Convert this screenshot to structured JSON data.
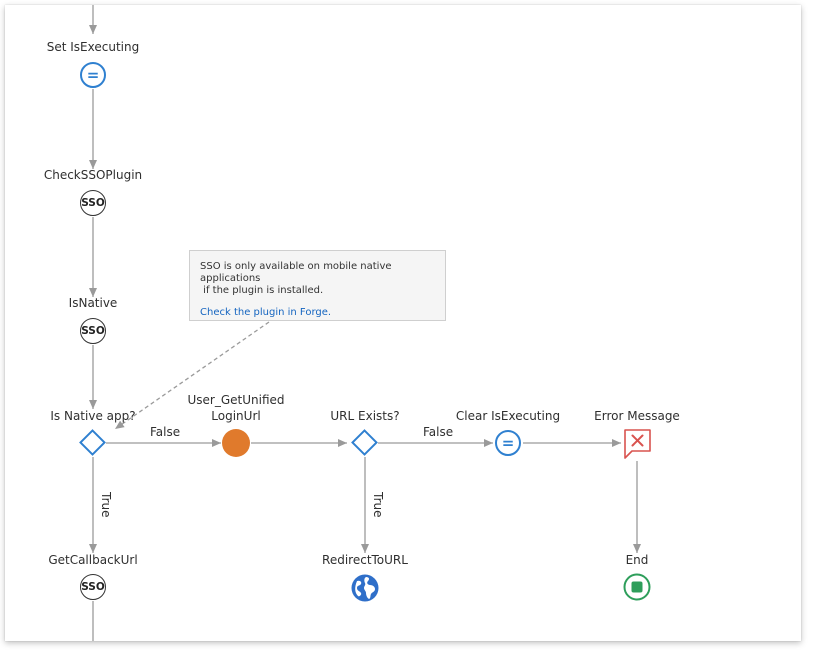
{
  "nodes": {
    "set_isexecuting": "Set IsExecuting",
    "check_sso_plugin": "CheckSSOPlugin",
    "is_native": "IsNative",
    "is_native_app": "Is Native app?",
    "user_get_unified_line1": "User_GetUnified",
    "user_get_unified_line2": "LoginUrl",
    "url_exists": "URL Exists?",
    "clear_isexecuting": "Clear IsExecuting",
    "error_message": "Error Message",
    "get_callback_url": "GetCallbackUrl",
    "redirect_to_url": "RedirectToURL",
    "end": "End"
  },
  "icons": {
    "sso_text": "SSO",
    "assign_symbol": "="
  },
  "edges": {
    "false_label_1": "False",
    "false_label_2": "False",
    "true_label_1": "True",
    "true_label_2": "True"
  },
  "tooltip": {
    "line1": "SSO is only available on mobile native applications",
    "line2": " if the plugin is installed.",
    "link": "Check the plugin in Forge."
  },
  "colors": {
    "blue": "#2f80d0",
    "orange": "#e07a2c",
    "red": "#d9534f",
    "green": "#2e9e5b",
    "line": "#9a9a9a"
  }
}
